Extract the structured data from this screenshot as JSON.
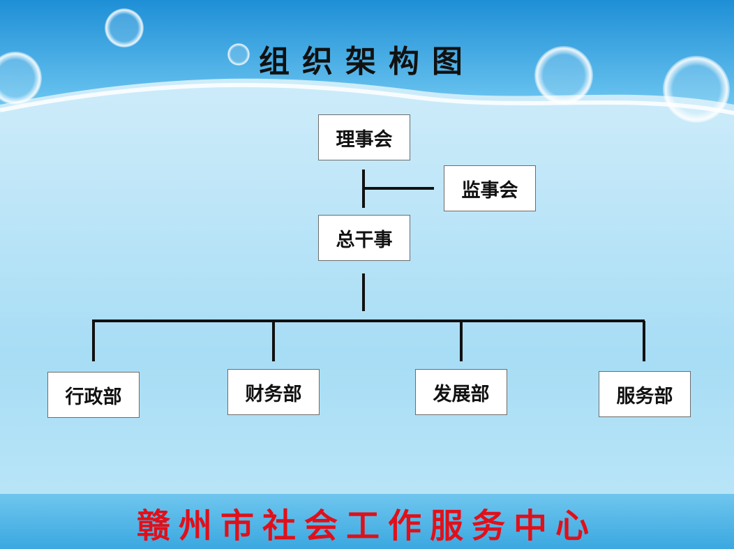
{
  "title": "组织架构图",
  "footer": "赣州市社会工作服务中心",
  "nodes": {
    "board": "理事会",
    "supervisory_board": "监事会",
    "secretary_general": "总干事",
    "departments": [
      "行政部",
      "财务部",
      "发展部",
      "服务部"
    ]
  },
  "colors": {
    "footer_text": "#e0101a",
    "footer_bar": "#3aa8e0",
    "background": "#bfe6f8",
    "line": "#111111"
  }
}
